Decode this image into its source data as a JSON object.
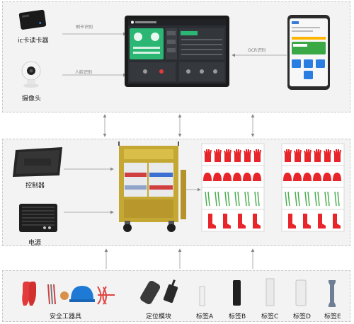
{
  "top": {
    "card_reader_label": "ic卡读卡器",
    "camera_label": "摄像头",
    "conn_card": "刷卡识别",
    "conn_face": "人脸识别",
    "conn_ocr": "OCR识别"
  },
  "middle": {
    "controller_label": "控制器",
    "power_label": "电源"
  },
  "bottom": {
    "tools_label": "安全工器具",
    "locator_label": "定位模块",
    "tags": [
      "标签A",
      "标签B",
      "标签C",
      "标签D",
      "标签E"
    ]
  },
  "colors": {
    "panel_bg": "#f3f3f3",
    "screen_green": "#2bb673",
    "glove_red": "#e8252a"
  }
}
